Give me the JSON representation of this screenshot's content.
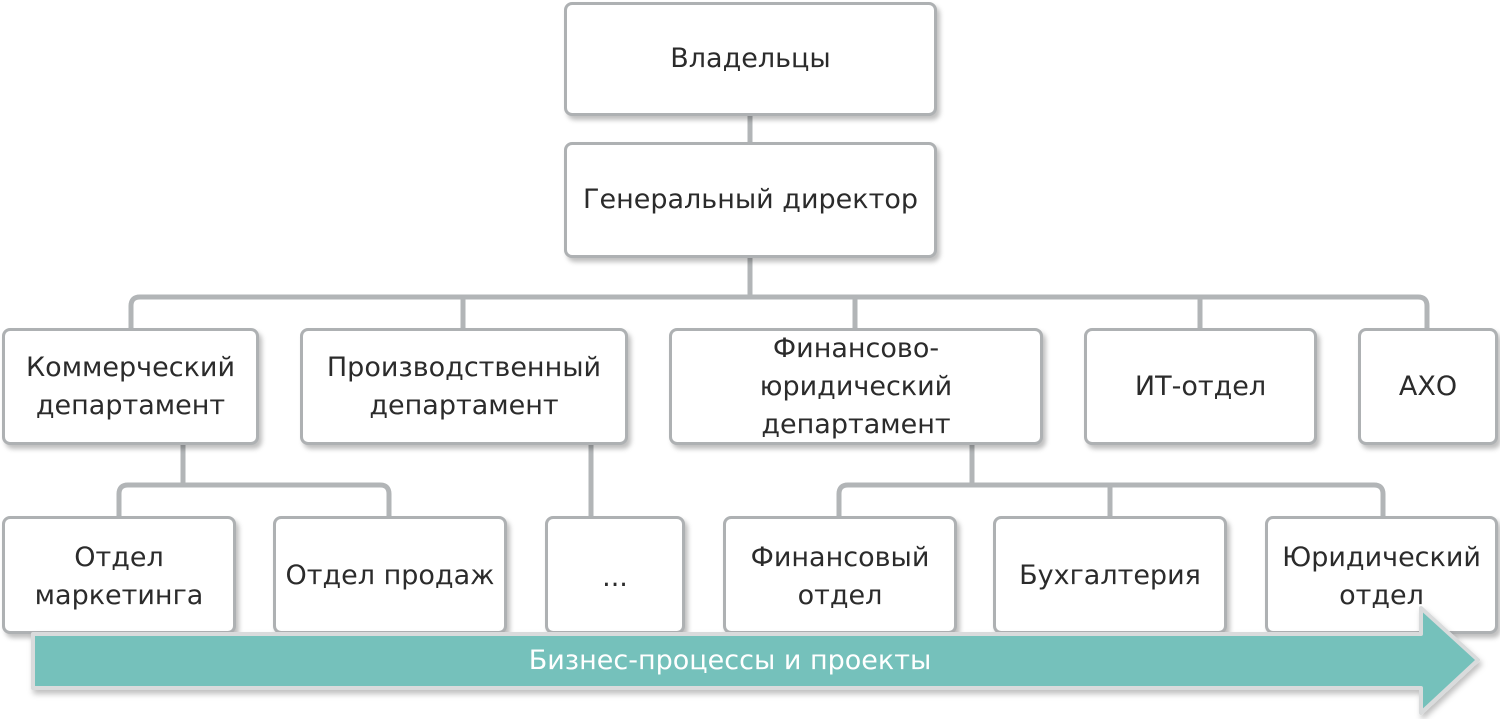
{
  "diagram": {
    "owners": "Владельцы",
    "ceo": "Генеральный директор",
    "departments": {
      "commercial": [
        "Коммерческий",
        "департамент"
      ],
      "production": [
        "Производственный",
        "департамент"
      ],
      "finance_legal": [
        "Финансово-юридический",
        "департамент"
      ],
      "it": "ИТ-отдел",
      "aho": "АХО"
    },
    "sub_units": {
      "marketing": [
        "Отдел",
        "маркетинга"
      ],
      "sales": "Отдел продаж",
      "ellipsis": "...",
      "financial": [
        "Финансовый",
        "отдел"
      ],
      "accounting": "Бухгалтерия",
      "legal": [
        "Юридический",
        "отдел"
      ]
    },
    "arrow_label": "Бизнес-процессы и проекты",
    "colors": {
      "box_border": "#aeb1b3",
      "arrow_fill": "#74c1bb",
      "arrow_stroke": "#d9dbdc",
      "text": "#2b2b2b"
    }
  }
}
